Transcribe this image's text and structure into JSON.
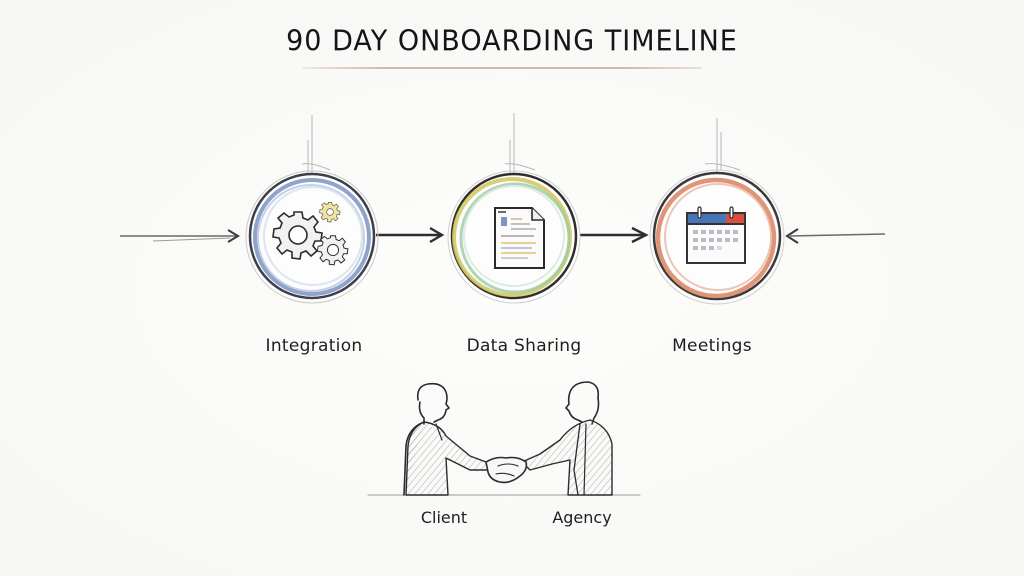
{
  "title": "90 Day Onboarding Timeline",
  "stages": [
    {
      "label": "Integration",
      "icon": "gears-icon",
      "ring_color": "#6f86b8",
      "accent_color": "#d9c25a"
    },
    {
      "label": "Data Sharing",
      "icon": "document-icon",
      "ring_color": "#c9c36a",
      "accent_color": "#8fbf9a"
    },
    {
      "label": "Meetings",
      "icon": "calendar-icon",
      "ring_color": "#d98764",
      "accent_color": "#3f6fb5"
    }
  ],
  "illustration": {
    "description": "handshake",
    "people": [
      {
        "label": "Client"
      },
      {
        "label": "Agency"
      }
    ]
  },
  "colors": {
    "background": "#fbfbfa",
    "ink": "#2a2a2a",
    "underline": "#d6b7a3",
    "calendar_header_blue": "#4a74b8",
    "calendar_header_red": "#d9503f"
  }
}
